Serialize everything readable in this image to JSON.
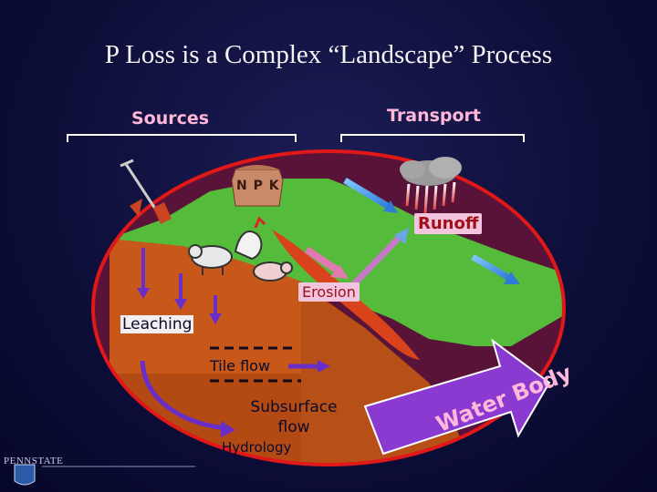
{
  "title": "P Loss is a Complex “Landscape” Process",
  "headers": {
    "sources": "Sources",
    "transport": "Transport"
  },
  "labels": {
    "npk": "N P K",
    "runoff": "Runoff",
    "erosion": "Erosion",
    "leaching": "Leaching",
    "tile_flow": "Tile flow",
    "subsurface_flow": "Subsurface\nflow",
    "hydrology": "Hydrology",
    "water_body": "Water Body"
  },
  "logo": {
    "text": "PENNSTATE"
  },
  "colors": {
    "background": "#0e0f3a",
    "oval_outline": "#e01818",
    "field_green": "#55bb3a",
    "soil_orange": "#c8581a",
    "dark_purple": "#5a1338",
    "water_purple": "#8a3ad0",
    "header_pink": "#ffb6d9",
    "label_box": "#f2c4de"
  }
}
